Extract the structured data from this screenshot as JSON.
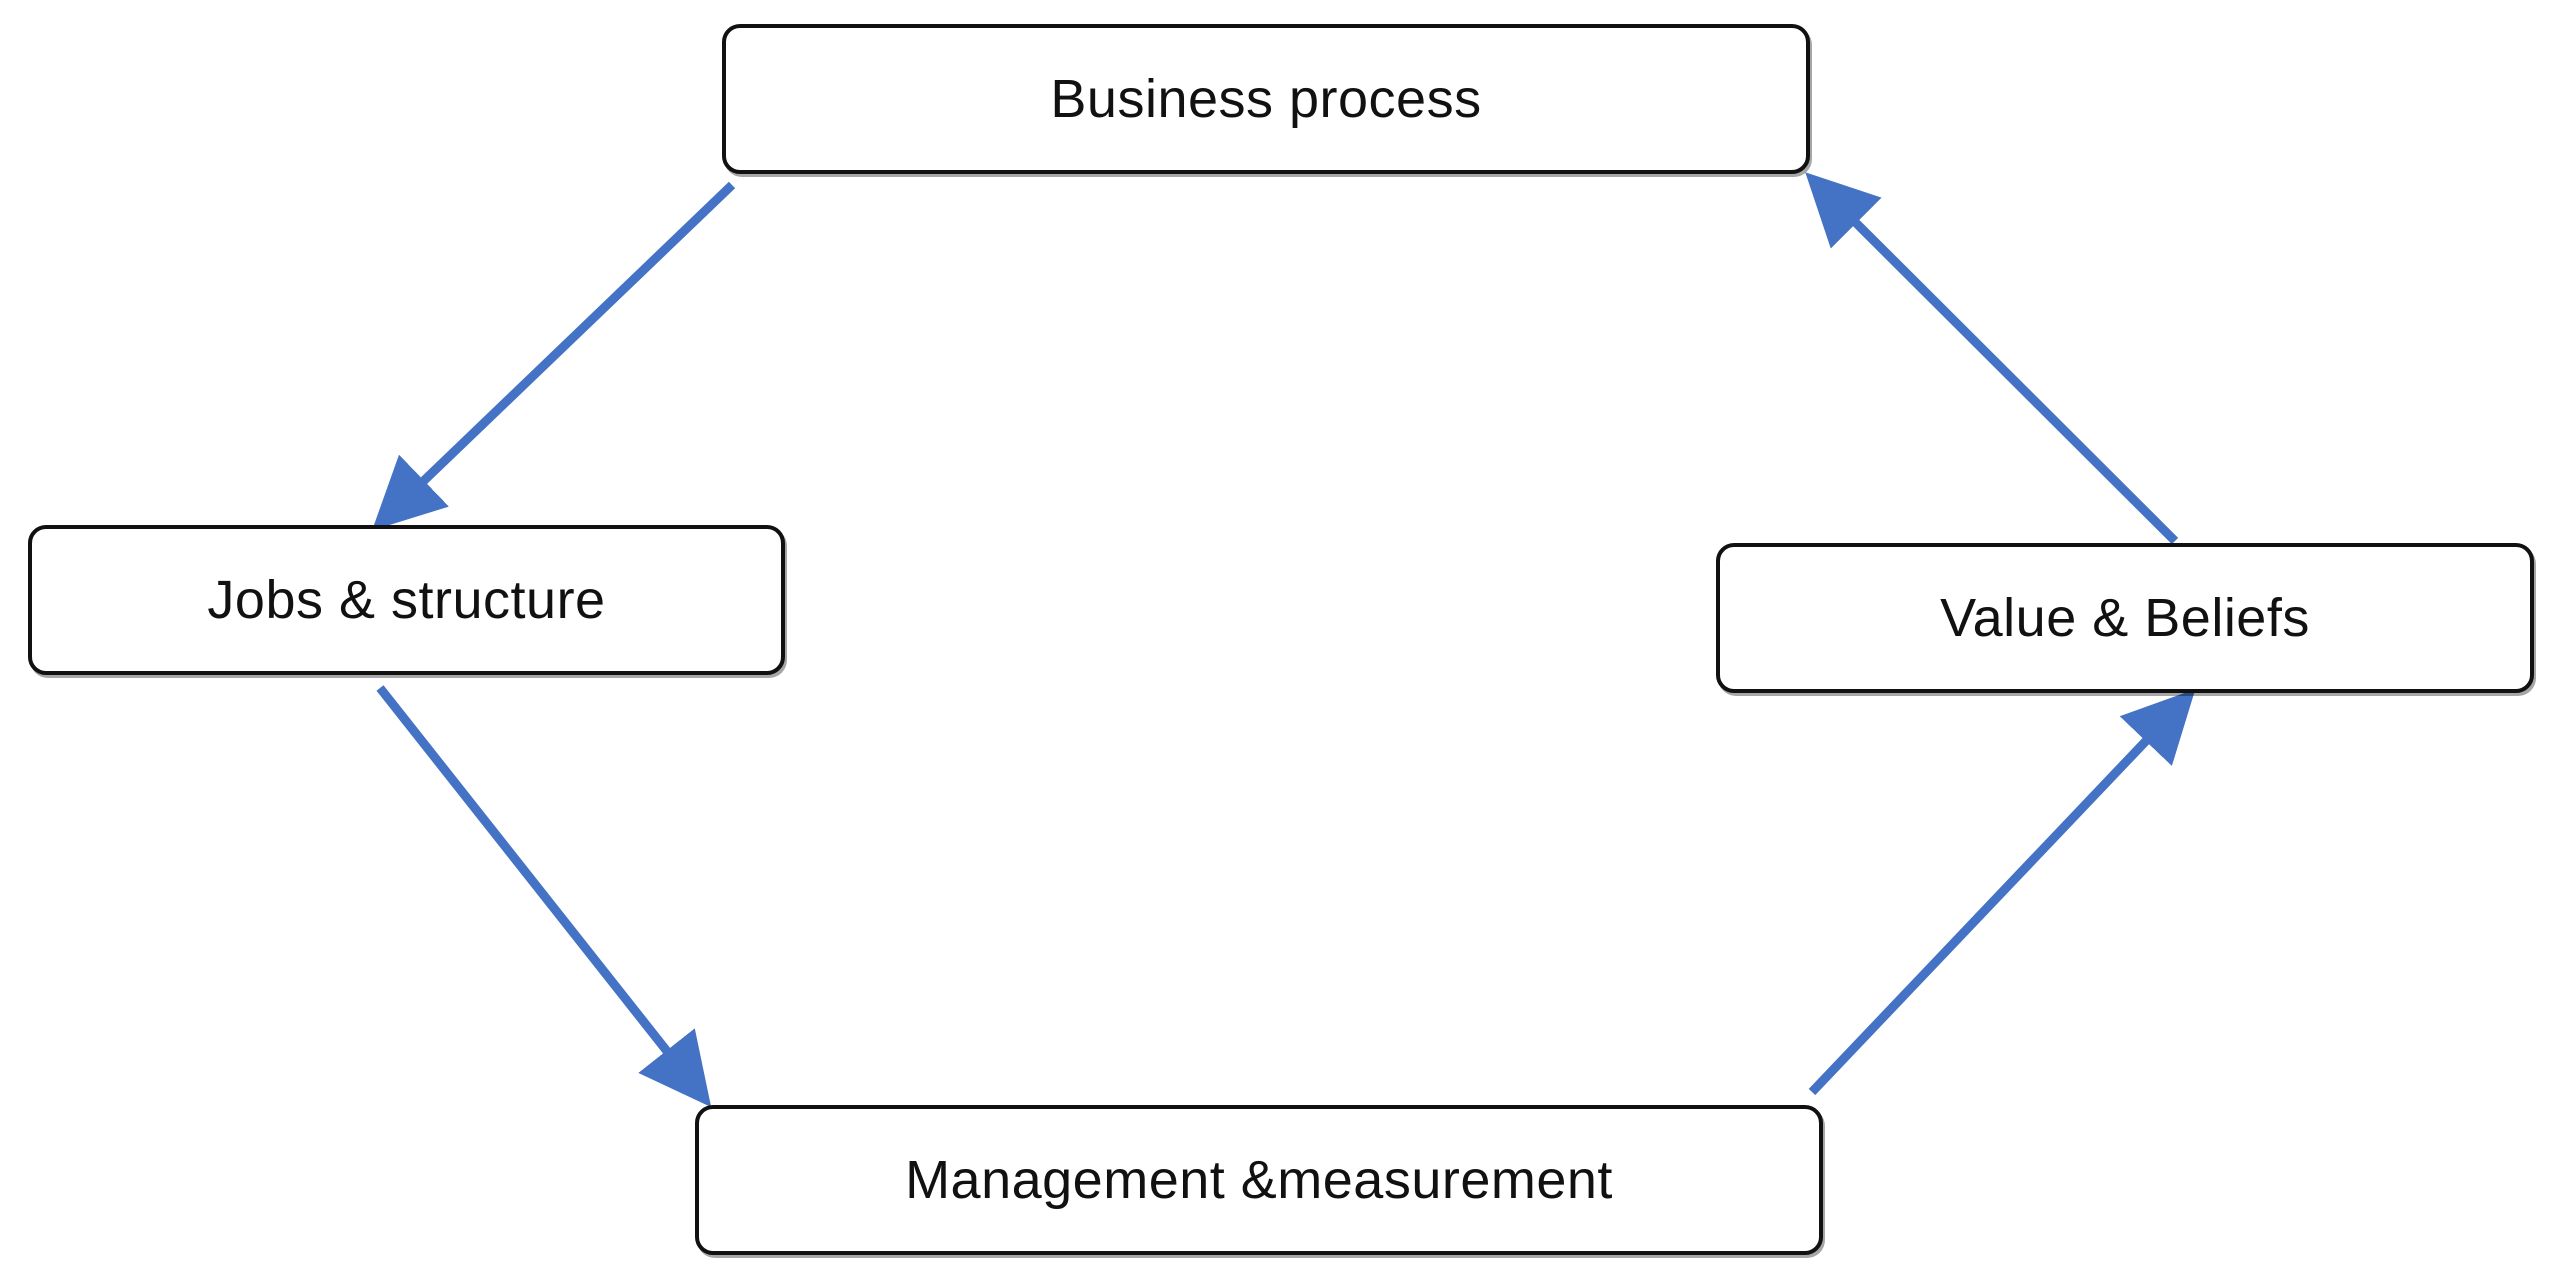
{
  "diagram": {
    "nodes": [
      {
        "id": "business",
        "label": "Business process"
      },
      {
        "id": "jobs",
        "label": "Jobs & structure"
      },
      {
        "id": "value",
        "label": "Value & Beliefs"
      },
      {
        "id": "mgmt",
        "label": "Management &measurement"
      }
    ],
    "edges": [
      {
        "from": "business",
        "to": "jobs"
      },
      {
        "from": "jobs",
        "to": "mgmt"
      },
      {
        "from": "mgmt",
        "to": "value"
      },
      {
        "from": "value",
        "to": "business"
      }
    ],
    "colors": {
      "arrow": "#4472C4",
      "border": "#111111",
      "text": "#111111",
      "background": "#FFFFFF"
    }
  }
}
